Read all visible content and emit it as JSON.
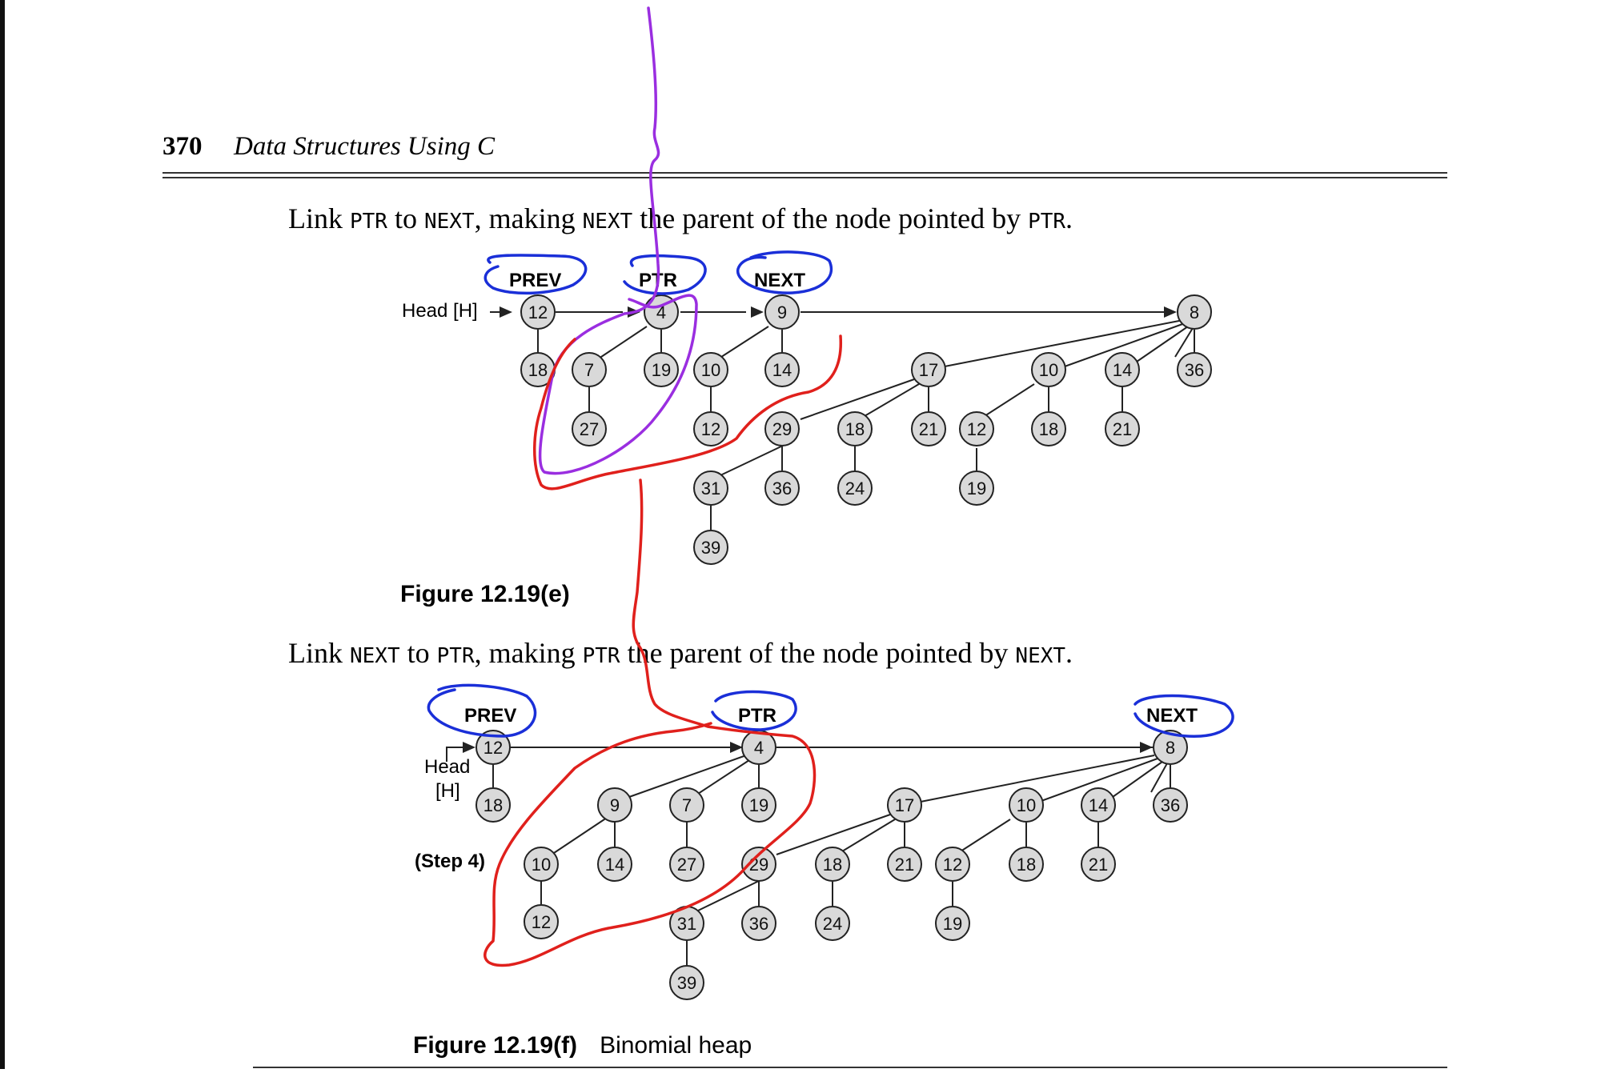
{
  "header": {
    "page_number": "370",
    "book_title": "Data Structures Using C"
  },
  "para1": {
    "t1": "Link ",
    "k1": "PTR",
    "t2": " to ",
    "k2": "NEXT",
    "t3": ", making ",
    "k3": "NEXT",
    "t4": " the parent of the node pointed by ",
    "k4": "PTR",
    "t5": "."
  },
  "para2": {
    "t1": "Link ",
    "k1": "NEXT",
    "t2": " to ",
    "k2": "PTR",
    "t3": ", making ",
    "k3": "PTR",
    "t4": " the parent of the node pointed by ",
    "k4": "NEXT",
    "t5": "."
  },
  "fig_e": {
    "caption": "Figure 12.19(e)",
    "head_label": "Head [H]",
    "labels": {
      "prev": "PREV",
      "ptr": "PTR",
      "next": "NEXT"
    },
    "nodes": [
      "12",
      "4",
      "9",
      "8",
      "18",
      "7",
      "19",
      "10",
      "14",
      "17",
      "10",
      "14",
      "36",
      "27",
      "12",
      "29",
      "18",
      "21",
      "12",
      "18",
      "21",
      "31",
      "36",
      "24",
      "19",
      "39"
    ]
  },
  "fig_f": {
    "caption_bold": "Figure 12.19(f)",
    "caption_text": "Binomial heap",
    "head_label_1": "Head",
    "head_label_2": "[H]",
    "step_label": "(Step 4)",
    "labels": {
      "prev": "PREV",
      "ptr": "PTR",
      "next": "NEXT"
    },
    "nodes": [
      "12",
      "4",
      "8",
      "18",
      "9",
      "7",
      "19",
      "17",
      "10",
      "14",
      "36",
      "10",
      "14",
      "27",
      "29",
      "18",
      "21",
      "12",
      "18",
      "21",
      "12",
      "31",
      "36",
      "24",
      "19",
      "39"
    ]
  },
  "colors": {
    "annotation_blue": "#1a2fd8",
    "annotation_red": "#e0201c",
    "annotation_purple": "#9a2ee0",
    "node_fill": "#d9d9d9"
  }
}
